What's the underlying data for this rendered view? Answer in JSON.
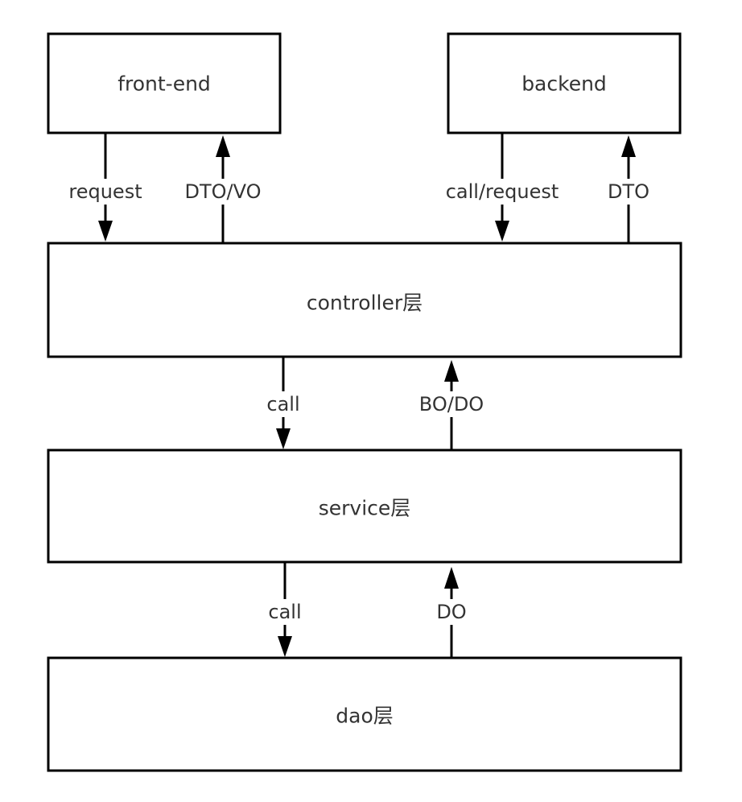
{
  "nodes": {
    "frontend": {
      "label": "front-end"
    },
    "backend": {
      "label": "backend"
    },
    "controller": {
      "label": "controller层"
    },
    "service": {
      "label": "service层"
    },
    "dao": {
      "label": "dao层"
    }
  },
  "edges": {
    "frontend_request": {
      "label": "request",
      "from": "front-end",
      "to": "controller层"
    },
    "frontend_return": {
      "label": "DTO/VO",
      "from": "controller层",
      "to": "front-end"
    },
    "backend_request": {
      "label": "call/request",
      "from": "backend",
      "to": "controller层"
    },
    "backend_return": {
      "label": "DTO",
      "from": "controller层",
      "to": "backend"
    },
    "controller_call": {
      "label": "call",
      "from": "controller层",
      "to": "service层"
    },
    "controller_return": {
      "label": "BO/DO",
      "from": "service层",
      "to": "controller层"
    },
    "service_call": {
      "label": "call",
      "from": "service层",
      "to": "dao层"
    },
    "service_return": {
      "label": "DO",
      "from": "dao层",
      "to": "service层"
    }
  },
  "colors": {
    "stroke": "#000000",
    "text": "#333333",
    "background": "#ffffff"
  }
}
